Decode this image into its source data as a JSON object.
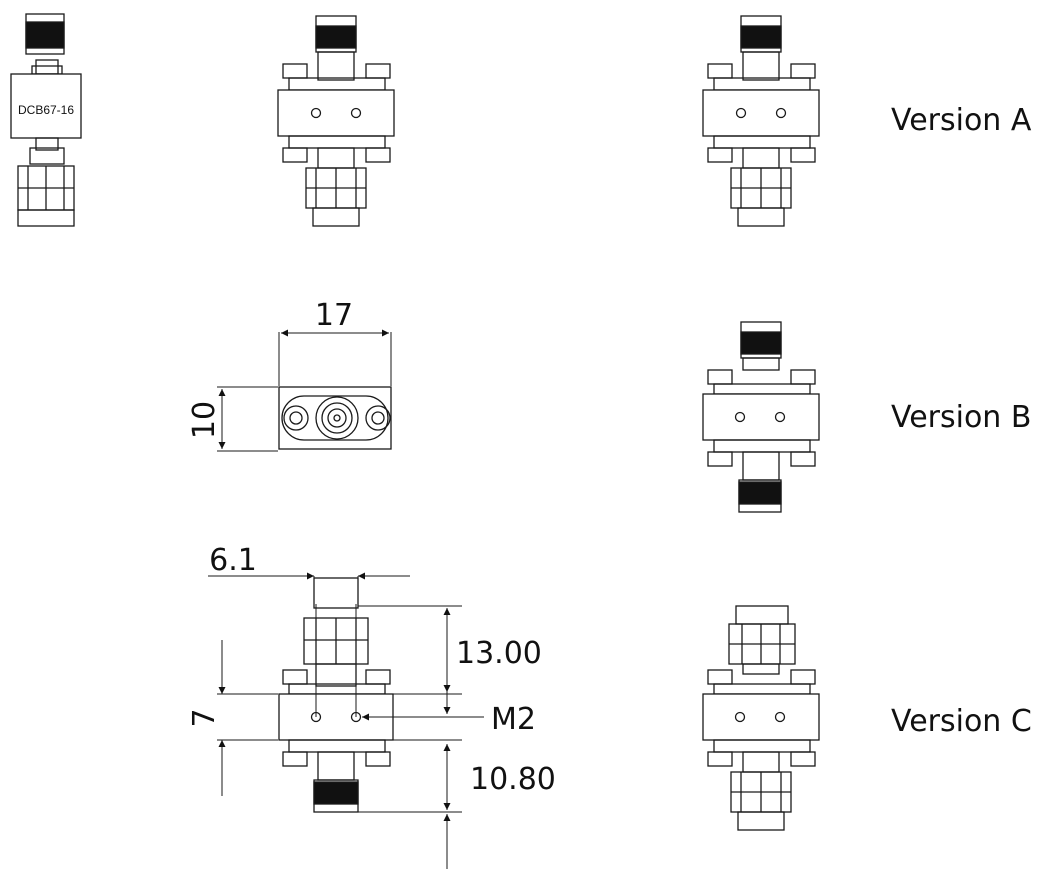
{
  "versions": [
    {
      "label": "Version A"
    },
    {
      "label": "Version B"
    },
    {
      "label": "Version C"
    }
  ],
  "part_label": "DCB67-16",
  "dimensions": {
    "width": "17",
    "height": "10",
    "connector_width": "6.1",
    "body_thickness": "7",
    "top_length": "13.00",
    "bottom_length": "10.80",
    "thread": "M2"
  },
  "colors": {
    "line": "#1a1a1a",
    "thread": "#111111",
    "body": "#ffffff"
  }
}
